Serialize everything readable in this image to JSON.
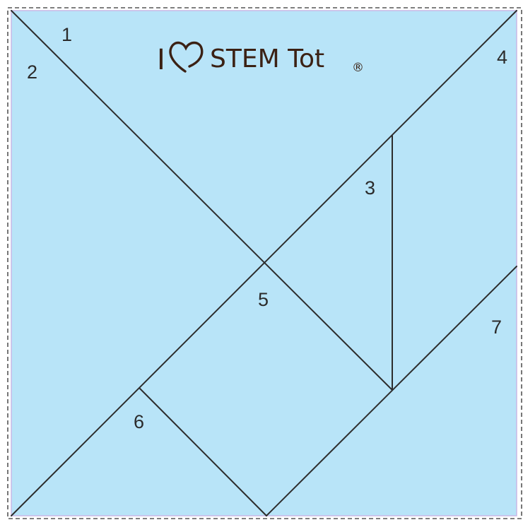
{
  "logo": {
    "prefix": "I",
    "brand": "STEM Tot",
    "mark": "®",
    "heart": "heart-icon",
    "color": "#3b2114"
  },
  "colors": {
    "fill": "#b8e4f8",
    "line": "#2d2d2d",
    "dash": "#555555",
    "edge": "#c8b8e6"
  },
  "pieces": [
    {
      "id": "1",
      "label": "1"
    },
    {
      "id": "2",
      "label": "2"
    },
    {
      "id": "3",
      "label": "3"
    },
    {
      "id": "4",
      "label": "4"
    },
    {
      "id": "5",
      "label": "5"
    },
    {
      "id": "6",
      "label": "6"
    },
    {
      "id": "7",
      "label": "7"
    }
  ]
}
